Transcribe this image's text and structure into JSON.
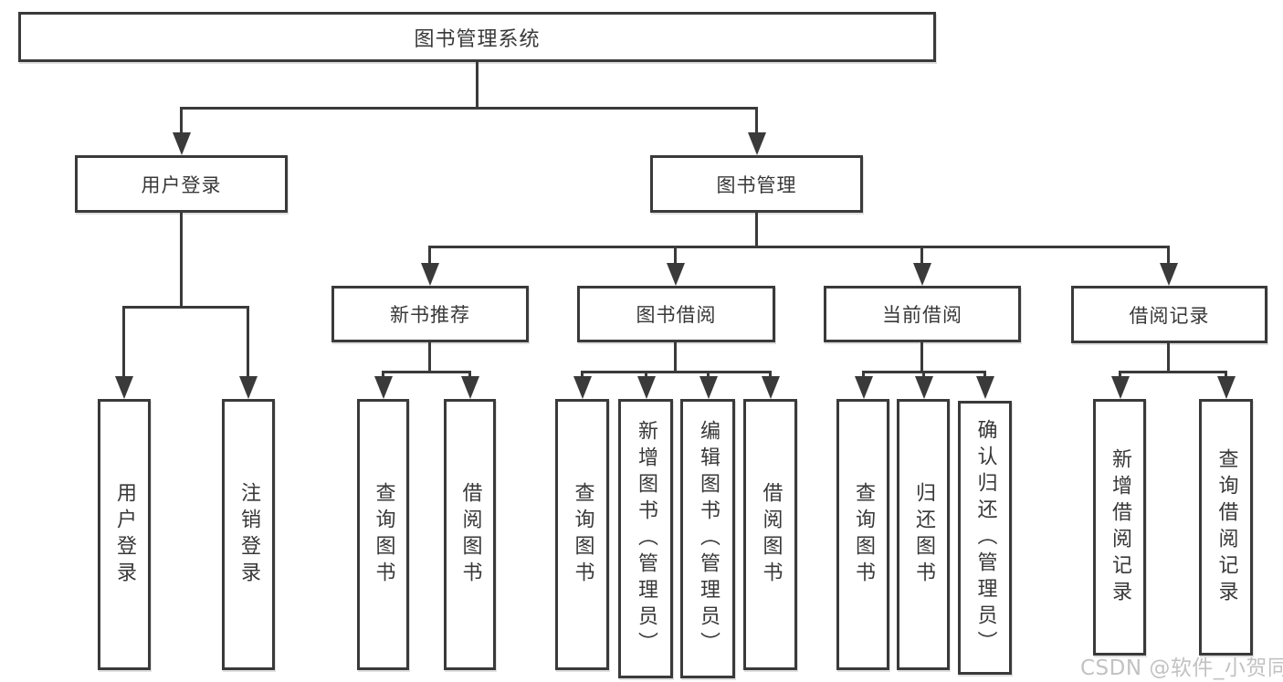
{
  "diagram": {
    "type": "hierarchy-tree",
    "tree": {
      "root": {
        "label": "图书管理系统",
        "children": [
          {
            "label": "用户登录",
            "children": [
              {
                "label": "用户登录"
              },
              {
                "label": "注销登录"
              }
            ]
          },
          {
            "label": "图书管理",
            "children": [
              {
                "label": "新书推荐",
                "children": [
                  {
                    "label": "查询图书"
                  },
                  {
                    "label": "借阅图书"
                  }
                ]
              },
              {
                "label": "图书借阅",
                "children": [
                  {
                    "label": "查询图书"
                  },
                  {
                    "label": "新增图书（管理员）"
                  },
                  {
                    "label": "编辑图书（管理员）"
                  },
                  {
                    "label": "借阅图书"
                  }
                ]
              },
              {
                "label": "当前借阅",
                "children": [
                  {
                    "label": "查询图书"
                  },
                  {
                    "label": "归还图书"
                  },
                  {
                    "label": "确认归还（管理员）"
                  }
                ]
              },
              {
                "label": "借阅记录",
                "children": [
                  {
                    "label": "新增借阅记录"
                  },
                  {
                    "label": "查询借阅记录"
                  }
                ]
              }
            ]
          }
        ]
      }
    },
    "colors": {
      "line": "#3a3a3a",
      "text": "#383838",
      "background": "#ffffff",
      "watermark_text": "#c2c2c2"
    }
  },
  "watermark": {
    "text": "CSDN @软件_小贺同学"
  }
}
